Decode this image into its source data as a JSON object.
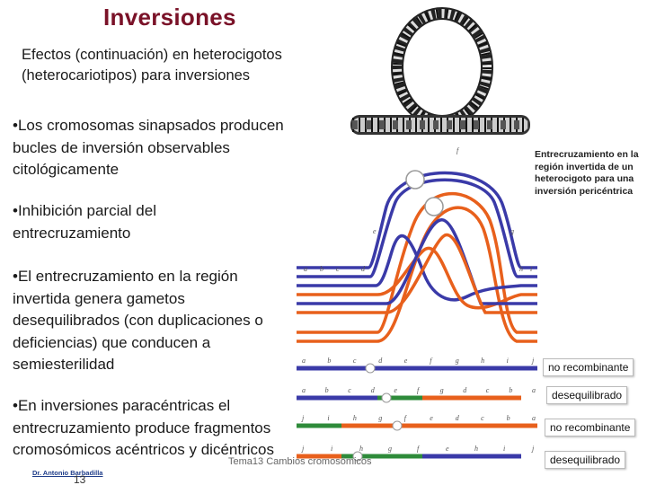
{
  "slide": {
    "title": "Inversiones",
    "subtitle": "Efectos (continuación) en heterocigotos (heterocariotipos) para inversiones",
    "bullets": [
      "•Los cromosomas sinapsados producen bucles de inversión observables citológicamente",
      "•Inhibición parcial del entrecruzamiento",
      "•El entrecruzamiento en la región invertida genera gametos desequilibrados (con duplicaciones o deficiencias) que conducen a semiesterilidad",
      "•En inversiones paracéntricas el entrecruzamiento produce fragmentos cromosómicos acéntricos y dicéntricos"
    ],
    "footer": "Tema13 Cambios cromosómicos",
    "author": "Dr. Antonio Barbadilla",
    "page_number": "13"
  },
  "figure": {
    "caption": "Entrecruzamiento en la región invertida de un heterocigoto para una inversión pericéntrica",
    "labels_top": {
      "a": "a",
      "b": "b",
      "c": "c",
      "d": "d",
      "e": "e",
      "f": "f",
      "g": "g",
      "h": "h",
      "i": "i"
    },
    "gametes": [
      {
        "genes": [
          "a",
          "b",
          "c",
          "d",
          "e",
          "f",
          "g",
          "h",
          "i",
          "j"
        ],
        "result": "no recombinante"
      },
      {
        "genes": [
          "a",
          "b",
          "c",
          "d",
          "e",
          "f",
          "g",
          "d",
          "c",
          "b",
          "a"
        ],
        "result": "desequilibrado"
      },
      {
        "genes": [
          "j",
          "i",
          "h",
          "g",
          "f",
          "e",
          "d",
          "c",
          "b",
          "a"
        ],
        "result": "no recombinante"
      },
      {
        "genes": [
          "j",
          "i",
          "h",
          "g",
          "f",
          "e",
          "h",
          "i",
          "j"
        ],
        "result": "desequilibrado"
      }
    ],
    "colors": {
      "blue": "#3a3aa8",
      "orange": "#e8601c",
      "green": "#2e8b3a",
      "centromere": "#ffffff"
    }
  }
}
